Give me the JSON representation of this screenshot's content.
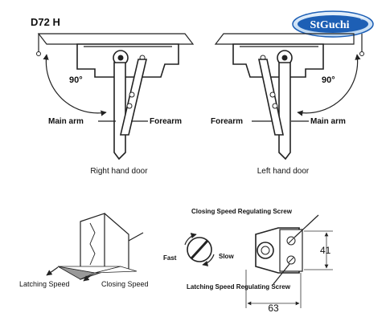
{
  "model_label": "D72 H",
  "logo": {
    "text": "StGuchi",
    "mark": "®",
    "colors": {
      "primary": "#1d5fb5",
      "light": "#9cc4ee"
    }
  },
  "top_left": {
    "angle": "90°",
    "main_arm": "Main arm",
    "forearm": "Forearm",
    "caption": "Right hand door"
  },
  "top_right": {
    "angle": "90°",
    "main_arm": "Main arm",
    "forearm": "Forearm",
    "caption": "Left hand door"
  },
  "bottom_left": {
    "latching_speed": "Latching Speed",
    "closing_speed": "Closing Speed"
  },
  "bottom_right": {
    "fast": "Fast",
    "slow": "Slow",
    "closing_screw": "Closing Speed Regulating Screw",
    "latching_screw": "Latching Speed Regulating Screw",
    "dim_height": "41",
    "dim_width": "63"
  }
}
